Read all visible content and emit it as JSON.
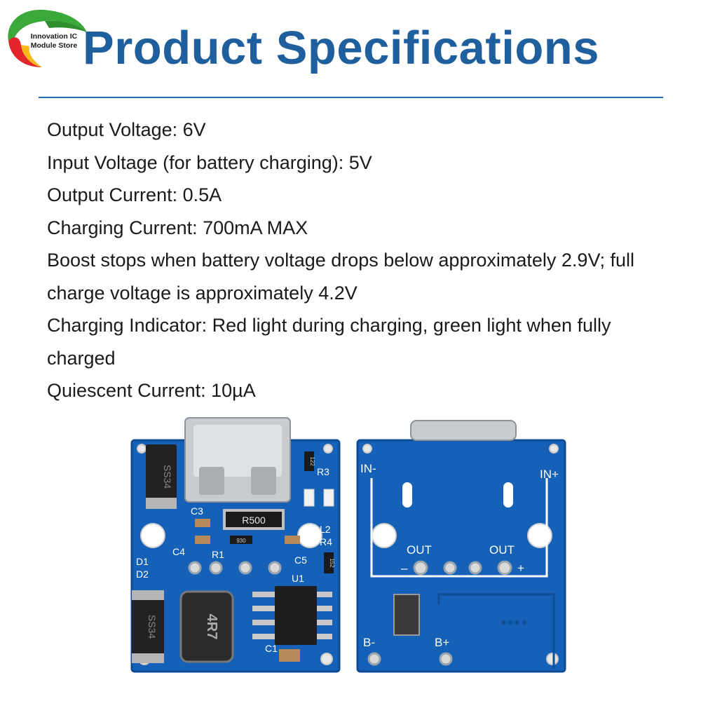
{
  "logo": {
    "line1": "Innovation IC",
    "line2": "Module Store"
  },
  "title": "Product Specifications",
  "specs": [
    "Output Voltage: 6V",
    "Input Voltage (for battery charging): 5V",
    "Output Current: 0.5A",
    "Charging Current: 700mA MAX",
    "Boost stops when battery voltage drops below approximately 2.9V; full charge voltage is approximately 4.2V",
    "Charging Indicator: Red light during charging, green light when fully charged",
    "Quiescent Current: 10µA"
  ],
  "board_front": {
    "silk": {
      "r3": "R3",
      "l2": "L2",
      "r4": "R4",
      "c3": "C3",
      "c4": "C4",
      "r1": "R1",
      "c5": "C5",
      "u1": "U1",
      "d1": "D1",
      "d2": "D2",
      "c1": "C1"
    },
    "parts": {
      "r500": "R500",
      "inductor": "4R7",
      "diode1": "SS34",
      "diode2": "SS34",
      "res122": "122",
      "res152": "152",
      "res930": "930"
    }
  },
  "board_back": {
    "silk": {
      "in_minus": "IN-",
      "in_plus": "IN+",
      "out1": "OUT",
      "out2": "OUT",
      "minus": "–",
      "plus": "+",
      "b_minus": "B-",
      "b_plus": "B+"
    }
  },
  "colors": {
    "title": "#1f5f9d",
    "pcb": "#1561b8",
    "pcb_dark": "#0e4c96",
    "silk": "#ffffff"
  }
}
